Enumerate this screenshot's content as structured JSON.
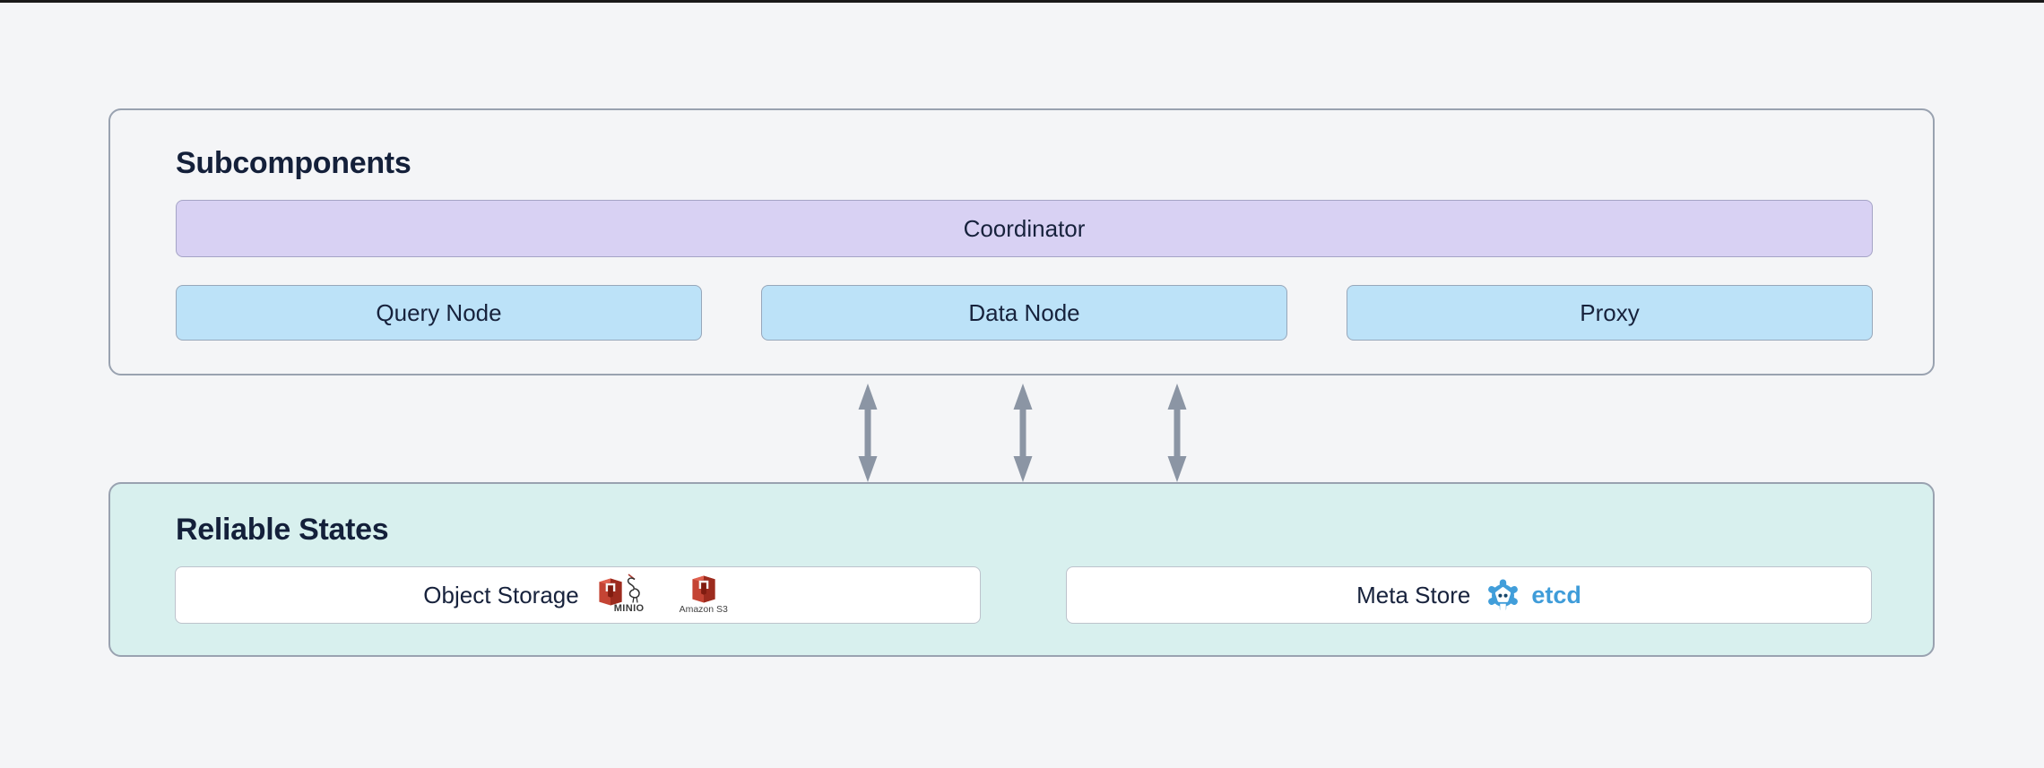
{
  "page": {
    "background": "#f4f5f7",
    "top_rule_color": "#191919"
  },
  "subcomponents": {
    "title": "Subcomponents",
    "coordinator": {
      "label": "Coordinator",
      "fill": "#d8d1f3"
    },
    "node_fill": "#bce2f8",
    "nodes": [
      {
        "label": "Query Node"
      },
      {
        "label": "Data Node"
      },
      {
        "label": "Proxy"
      }
    ]
  },
  "links": {
    "type": "bidirectional-arrows",
    "count": 3,
    "color": "#8b95a4"
  },
  "reliable_states": {
    "title": "Reliable States",
    "fill": "#d8f0ee",
    "object_storage": {
      "label": "Object Storage",
      "minio_caption": "MINIO",
      "s3_caption": "Amazon S3"
    },
    "meta_store": {
      "label": "Meta Store",
      "etcd_caption": "etcd",
      "etcd_color": "#3f9cd9"
    }
  }
}
